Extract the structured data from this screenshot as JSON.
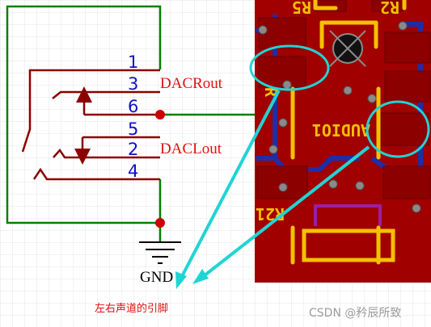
{
  "pins": [
    "1",
    "3",
    "6",
    "5",
    "2",
    "4"
  ],
  "signals": {
    "right": "DACRout",
    "left": "DACLout"
  },
  "ground_label": "GND",
  "caption": "左右声道的引脚",
  "watermark": "CSDN @矜辰所致",
  "pcb": {
    "component_label": "AUDIO1",
    "ref_top_left": "R5",
    "ref_top_right": "R2",
    "ref_side": "R",
    "ref_bottom": "R21"
  },
  "colors": {
    "grid": "#e6e6e6",
    "wire": "#008000",
    "pin_line": "#8b0000",
    "junction": "#cc0000",
    "pcb_bg": "#a00000",
    "copper": "#8c0000",
    "silk": "#f5c000",
    "bottom_trace": "#1e2ea8",
    "highlight": "#21d4d4"
  }
}
